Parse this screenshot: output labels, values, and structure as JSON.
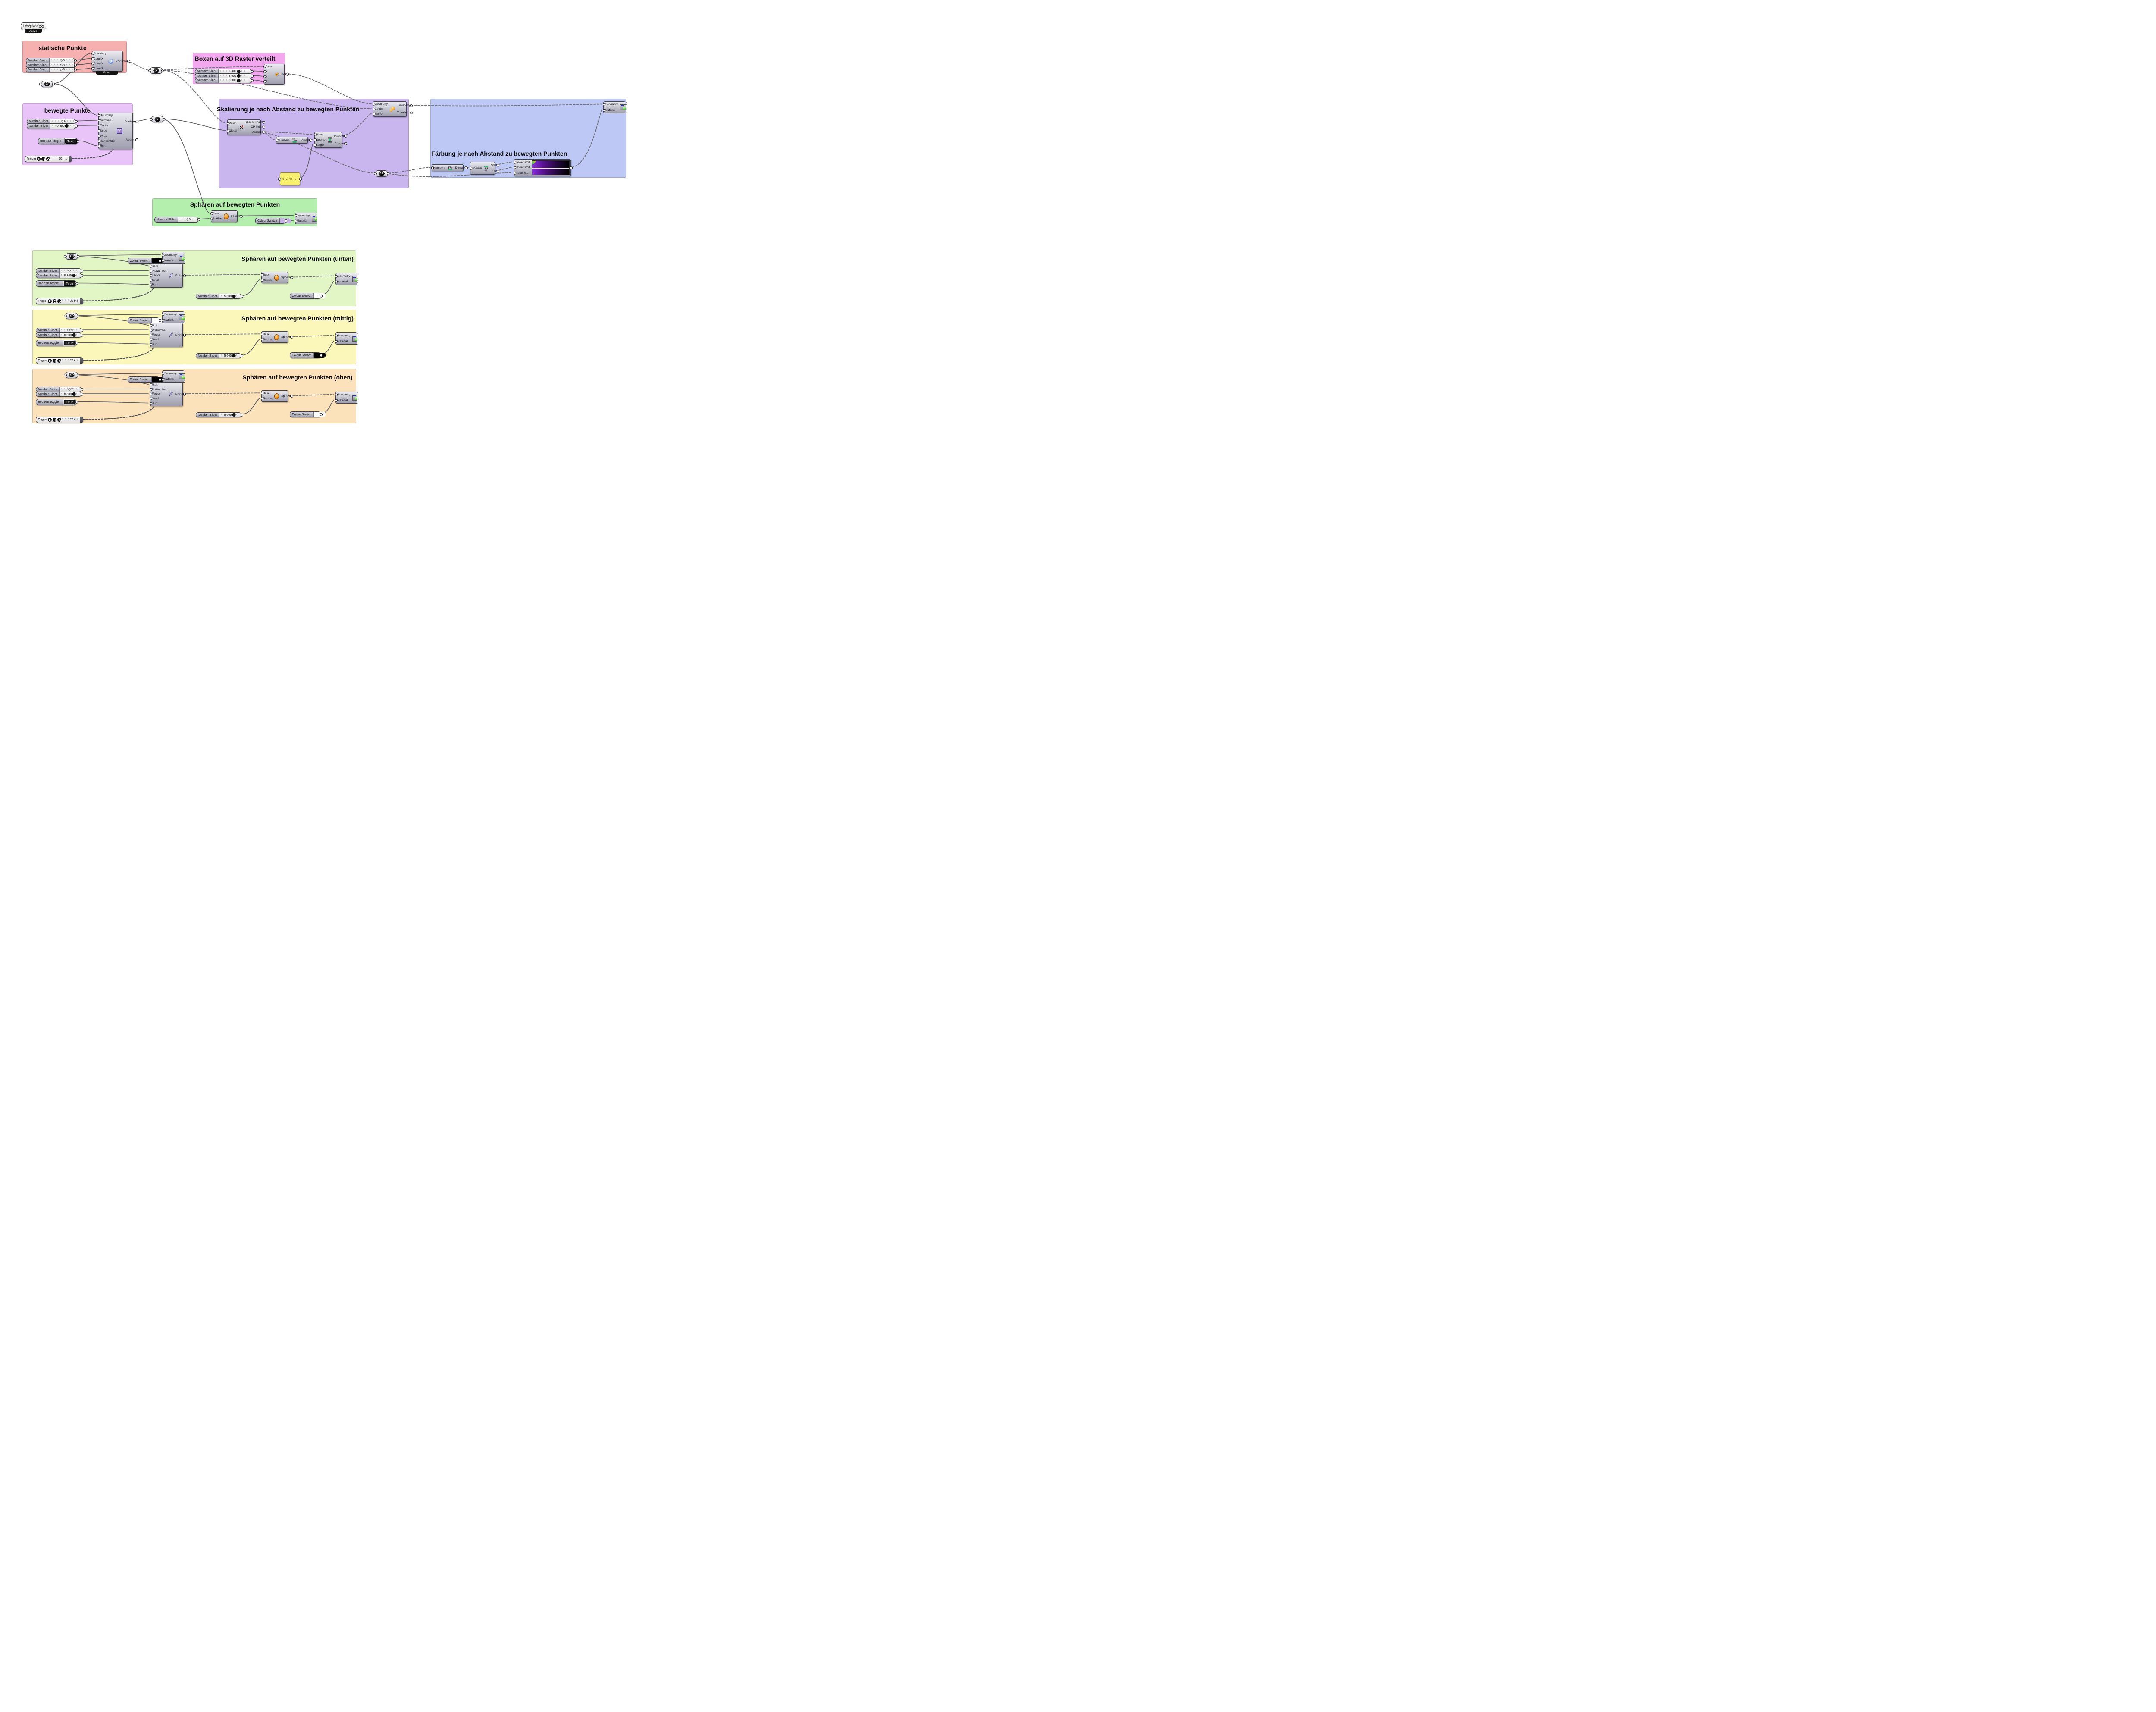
{
  "colors": {
    "group_statische": "#f6b0af",
    "group_boxen": "#f3a7ef",
    "group_bewegte": "#e8c4f8",
    "group_skalierung": "#c9b6ef",
    "group_faerbung": "#bdc9f4",
    "group_sphaeren": "#b5efad",
    "group_unten": "#e2f6c5",
    "group_mittig": "#fbf6ba",
    "group_oben": "#fbe2ba",
    "swatch_sphaeren": "#c9b4e6",
    "swatch_unten_top": "#000000",
    "swatch_unten_bottom": "#ffffff",
    "swatch_mittig_top": "#ffffff",
    "swatch_mittig_bottom": "#000000",
    "swatch_oben_top": "#000000",
    "swatch_oben_bottom": "#ffffff",
    "gradient_start": "#8a2be2",
    "gradient_end": "#000000"
  },
  "exceptions": {
    "label": "Exceptions",
    "status": "Active"
  },
  "statische": {
    "title": "statische Punkte",
    "sliders": [
      {
        "label": "Number Slider",
        "value": "8"
      },
      {
        "label": "Number Slider",
        "value": "8"
      },
      {
        "label": "Number Slider",
        "value": "8"
      }
    ],
    "pointgrid": {
      "in0": "Boundary",
      "in1": "CountX",
      "in2": "CountY",
      "in3": "CountZ",
      "out": "PointGrid",
      "tab": "Rows"
    }
  },
  "boxen": {
    "title": "Boxen auf 3D Raster verteilt",
    "sliders": [
      {
        "label": "Number Slider",
        "value": "3.000"
      },
      {
        "label": "Number Slider",
        "value": "3.000"
      },
      {
        "label": "Number Slider",
        "value": "3.000"
      }
    ],
    "box": {
      "in0": "Base",
      "in1": "X",
      "in2": "Y",
      "in3": "Z",
      "out": "Box"
    }
  },
  "bewegte": {
    "title": "bewegte Punkte",
    "sliders": [
      {
        "label": "Number Slider",
        "value": "4"
      },
      {
        "label": "Number Slider",
        "value": "0.500"
      }
    ],
    "toggle": {
      "label": "Boolean Toggle",
      "value": "True"
    },
    "trigger": {
      "label": "Trigger",
      "interval": "10 ms"
    },
    "particles": {
      "in0": "Boundary",
      "in1": "NumberB",
      "in2": "Factor",
      "in3": "Seed",
      "in4": "Wrap",
      "in5": "Randomize",
      "in6": "Run",
      "out0": "Particles",
      "out1": "Vectors"
    }
  },
  "skalierung": {
    "title": "Skalierung je nach Abstand zu bewegten Punkten",
    "closest_point": {
      "in0": "Point",
      "in1": "Cloud",
      "out0": "Closest Point",
      "out1": "CP Index",
      "out2": "Distance"
    },
    "bounds": {
      "in": "Numbers",
      "out": "Domain"
    },
    "remap": {
      "in0": "Value",
      "in1": "Source",
      "in2": "Target",
      "out0": "Mapped",
      "out1": "Clipped"
    },
    "panel": {
      "text": "0.2 to 1"
    },
    "scale": {
      "in0": "Geometry",
      "in1": "Center",
      "in2": "Factor",
      "out0": "Geometry",
      "out1": "Transform"
    }
  },
  "faerbung": {
    "title": "Färbung je nach Abstand zu bewegten Punkten",
    "bounds": {
      "in": "Numbers",
      "out": "Domain"
    },
    "deconstruct": {
      "in": "Domain",
      "out0": "Start",
      "out1": "End"
    },
    "gradient": {
      "in0": "Lower limit",
      "in1": "Upper limit",
      "in2": "Parameter"
    },
    "preview": {
      "in0": "Geometry",
      "in1": "Material"
    }
  },
  "sphaeren": {
    "title": "Sphären auf bewegten Punkten",
    "slider": {
      "label": "Number Slider",
      "value": "3"
    },
    "sphere": {
      "in0": "Base",
      "in1": "Radius",
      "out": "Sphere"
    },
    "swatch": {
      "label": "Colour Swatch"
    },
    "preview": {
      "in0": "Geometry",
      "in1": "Material"
    }
  },
  "unten": {
    "title": "Sphären auf bewegten Punkten (unten)",
    "swatch_top": {
      "label": "Colour Swatch"
    },
    "preview_top": {
      "in0": "Geometry",
      "in1": "Material"
    },
    "sliders": [
      {
        "label": "Number Slider",
        "value": "7"
      },
      {
        "label": "Number Slider",
        "value": "0.800"
      }
    ],
    "toggle": {
      "label": "Boolean Toggle",
      "value": "True"
    },
    "trigger": {
      "label": "Trigger",
      "interval": "20 ms"
    },
    "populate": {
      "in0": "Rails",
      "in1": "PtsNumber",
      "in2": "Factor",
      "in3": "Seed",
      "in4": "Run",
      "out": "Points"
    },
    "sphere": {
      "in0": "Base",
      "in1": "Radius",
      "out": "Sphere"
    },
    "slider_radius": {
      "label": "Number Slider",
      "value": "5.000"
    },
    "swatch_bottom": {
      "label": "Colour Swatch"
    },
    "preview_right": {
      "in0": "Geometry",
      "in1": "Material"
    }
  },
  "mittig": {
    "title": "Sphären auf bewegten Punkten (mittig)",
    "swatch_top": {
      "label": "Colour Swatch"
    },
    "preview_top": {
      "in0": "Geometry",
      "in1": "Material"
    },
    "sliders": [
      {
        "label": "Number Slider",
        "value": "13"
      },
      {
        "label": "Number Slider",
        "value": "0.900"
      }
    ],
    "toggle": {
      "label": "Boolean Toggle",
      "value": "True"
    },
    "trigger": {
      "label": "Trigger",
      "interval": "20 ms"
    },
    "populate": {
      "in0": "Rails",
      "in1": "PtsNumber",
      "in2": "Factor",
      "in3": "Seed",
      "in4": "Run",
      "out": "Points"
    },
    "sphere": {
      "in0": "Base",
      "in1": "Radius",
      "out": "Sphere"
    },
    "slider_radius": {
      "label": "Number Slider",
      "value": "5.000"
    },
    "swatch_bottom": {
      "label": "Colour Swatch"
    },
    "preview_right": {
      "in0": "Geometry",
      "in1": "Material"
    }
  },
  "oben": {
    "title": "Sphären auf bewegten Punkten (oben)",
    "swatch_top": {
      "label": "Colour Swatch"
    },
    "preview_top": {
      "in0": "Geometry",
      "in1": "Material"
    },
    "sliders": [
      {
        "label": "Number Slider",
        "value": "7"
      },
      {
        "label": "Number Slider",
        "value": "0.800"
      }
    ],
    "toggle": {
      "label": "Boolean Toggle",
      "value": "True"
    },
    "trigger": {
      "label": "Trigger",
      "interval": "20 ms"
    },
    "populate": {
      "in0": "Rails",
      "in1": "PtsNumber",
      "in2": "Factor",
      "in3": "Seed",
      "in4": "Run",
      "out": "Points"
    },
    "sphere": {
      "in0": "Base",
      "in1": "Radius",
      "out": "Sphere"
    },
    "slider_radius": {
      "label": "Number Slider",
      "value": "5.000"
    },
    "swatch_bottom": {
      "label": "Colour Swatch"
    },
    "preview_right": {
      "in0": "Geometry",
      "in1": "Material"
    }
  }
}
